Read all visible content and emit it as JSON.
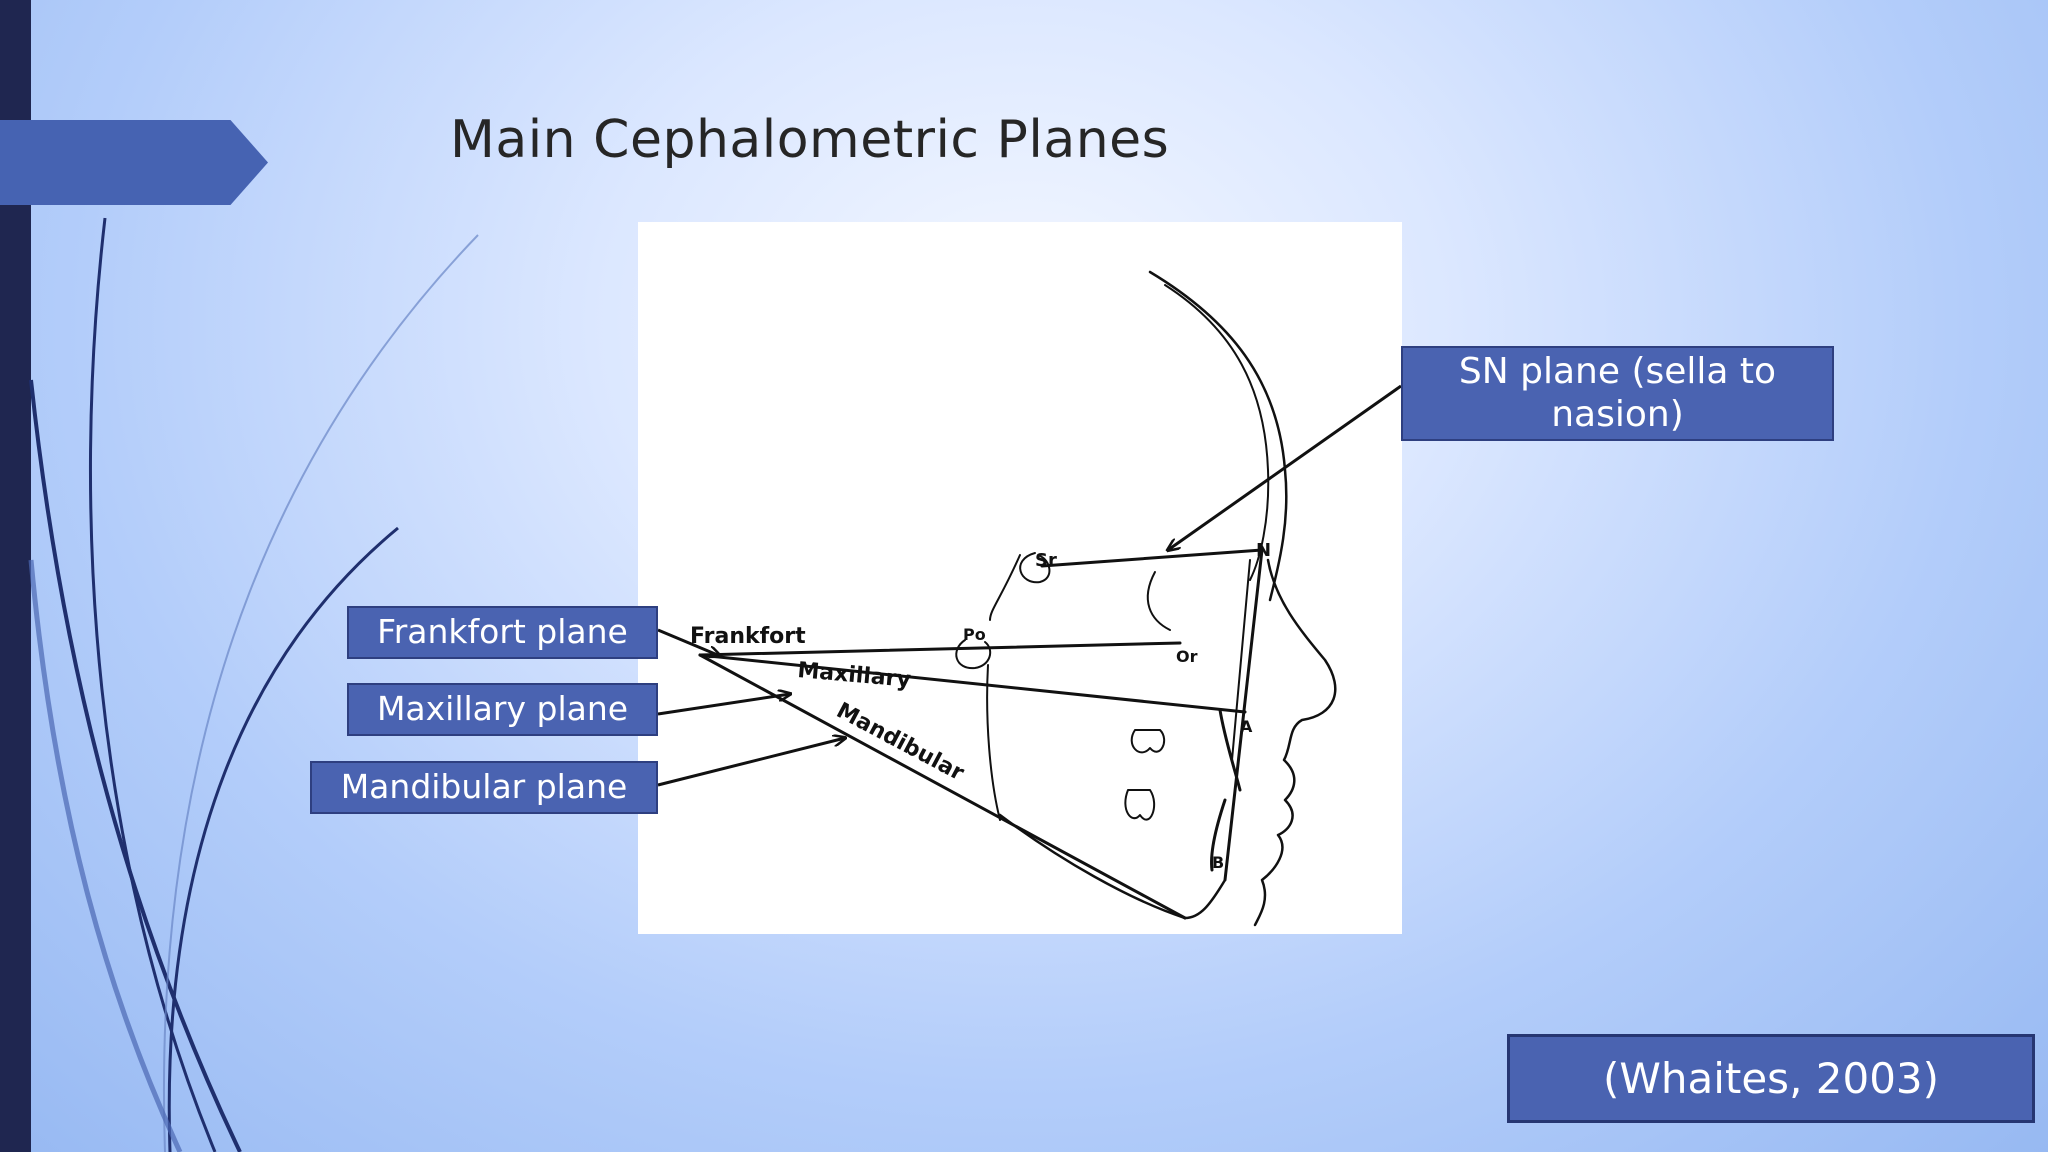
{
  "slide": {
    "title": "Main Cephalometric Planes",
    "citation": "(Whaites, 2003)"
  },
  "callouts": {
    "frankfort": "Frankfort plane",
    "maxillary": "Maxillary plane",
    "mandibular": "Mandibular plane",
    "sn": "SN plane (sella to nasion)"
  },
  "drawing_labels": {
    "frankfort": "Frankfort",
    "maxillary": "Maxillary",
    "mandibular": "Mandibular",
    "sella": "Sr",
    "nasion": "N",
    "porion": "Po",
    "orbitale": "Or",
    "point_a": "A",
    "point_b": "B"
  },
  "colors": {
    "accent": "#4a63b1",
    "dark_bar": "#1f2650"
  }
}
